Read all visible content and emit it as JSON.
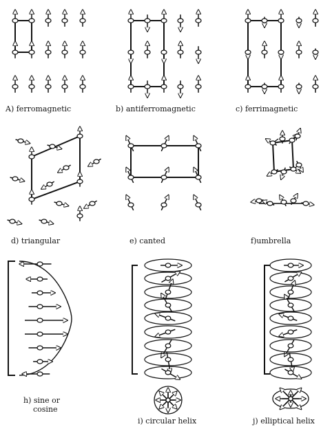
{
  "panels": [
    {
      "id": "a",
      "caption": "A) ferromagnetic"
    },
    {
      "id": "b",
      "caption": "b) antiferromagnetic"
    },
    {
      "id": "c",
      "caption": "c) ferrimagnetic"
    },
    {
      "id": "d",
      "caption": "d) triangular"
    },
    {
      "id": "e",
      "caption": "e) canted"
    },
    {
      "id": "f",
      "caption": "f)umbrella"
    },
    {
      "id": "h",
      "caption_line1": "h) sine or",
      "caption_line2": "cosine"
    },
    {
      "id": "i",
      "caption": "i) circular helix"
    },
    {
      "id": "j",
      "caption": "j) elliptical helix"
    }
  ],
  "colors": {
    "ink": "#111111",
    "background": "#ffffff"
  }
}
